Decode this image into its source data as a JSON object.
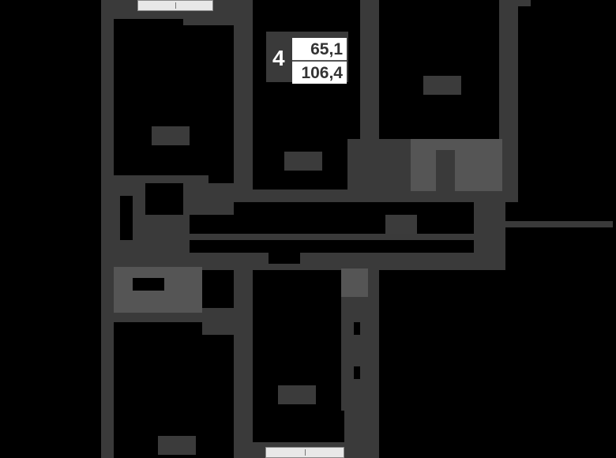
{
  "plan": {
    "type": "apartment-floor-plan",
    "rooms_count": "4",
    "living_area": "65,1",
    "total_area": "106,4",
    "colors": {
      "background": "#000000",
      "walls": "#3a3a3a",
      "fixtures": "#555555",
      "windows": "#e8e8e8",
      "info_text": "#333333"
    }
  },
  "rooms": [
    {
      "id": "bedroom-top-left",
      "label": ""
    },
    {
      "id": "living-room-top-center",
      "label": ""
    },
    {
      "id": "kitchen-top-right",
      "label": ""
    },
    {
      "id": "hallway",
      "label": ""
    },
    {
      "id": "bathroom-left",
      "label": ""
    },
    {
      "id": "bedroom-bottom-left",
      "label": ""
    },
    {
      "id": "bedroom-bottom-center",
      "label": ""
    },
    {
      "id": "wc-right",
      "label": ""
    }
  ]
}
